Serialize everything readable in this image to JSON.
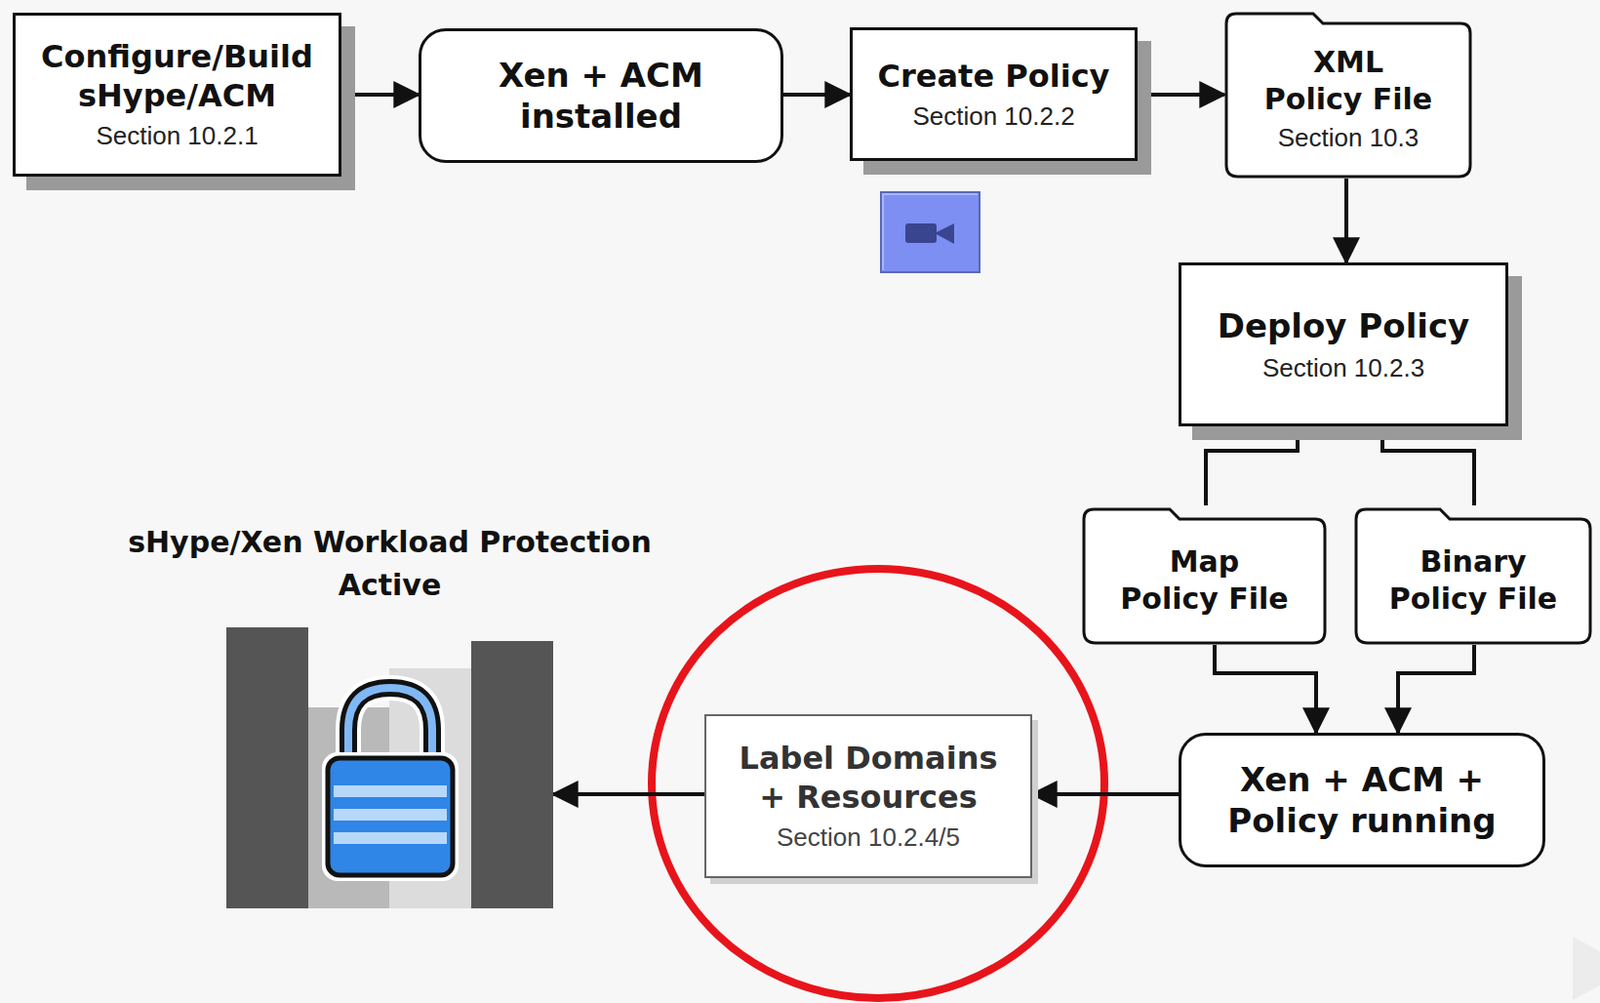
{
  "diagram": {
    "nodes": [
      {
        "text": [
          "Configure/Build sHype/ACM",
          "Section 10.2.1"
        ]
      },
      {
        "text": [
          "Xen + ACM installed"
        ]
      },
      {
        "text": [
          "Create Policy",
          "Section 10.2.2"
        ]
      },
      {
        "text": [
          "XML Policy File",
          "Section 10.3"
        ]
      },
      {
        "text": [
          "Deploy Policy",
          "Section 10.2.3"
        ]
      },
      {
        "text": [
          "Map Policy File"
        ]
      },
      {
        "text": [
          "Binary Policy File"
        ]
      },
      {
        "text": [
          "Xen + ACM + Policy running"
        ]
      },
      {
        "text": [
          "Label Domains + Resources",
          "Section 10.2.4/5"
        ]
      },
      {
        "text": [
          "sHype/Xen Workload Protection Active"
        ]
      }
    ],
    "edges": [
      {
        "from": 0,
        "to": 1,
        "arrow": "to"
      },
      {
        "from": 1,
        "to": 2,
        "arrow": "to"
      },
      {
        "from": 2,
        "to": 3,
        "arrow": "to"
      },
      {
        "from": 3,
        "to": 4,
        "arrow": "to"
      },
      {
        "from": 4,
        "to": 5,
        "arrow": "none"
      },
      {
        "from": 4,
        "to": 6,
        "arrow": "none"
      },
      {
        "from": 5,
        "to": 7,
        "arrow": "to"
      },
      {
        "from": 6,
        "to": 7,
        "arrow": "to"
      },
      {
        "from": 7,
        "to": 8,
        "arrow": "to"
      },
      {
        "from": 8,
        "to": 9,
        "arrow": "to"
      }
    ]
  }
}
